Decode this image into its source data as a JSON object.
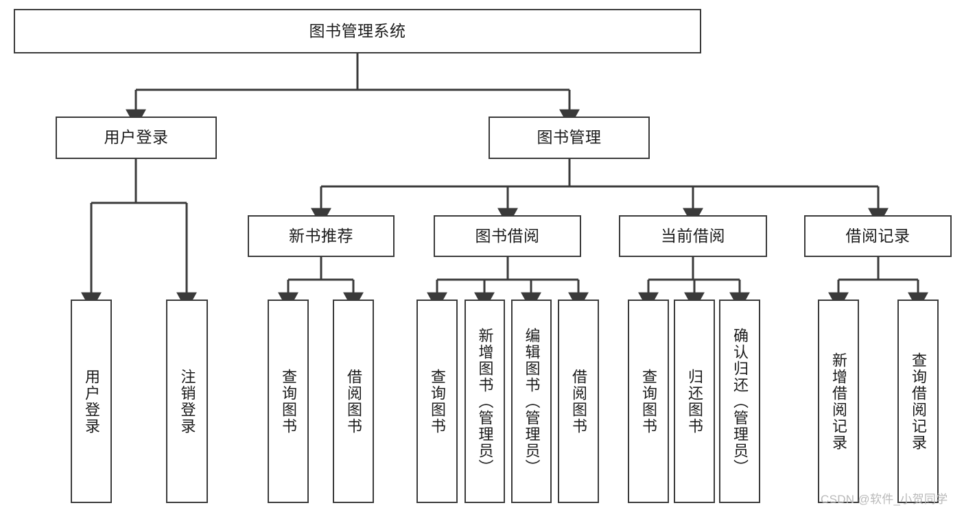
{
  "diagram": {
    "title": "图书管理系统",
    "type": "tree-hierarchy-chart",
    "stroke_color": "#3a3a3a",
    "fill_color": "#ffffff",
    "text_color": "#1b1b1b"
  },
  "nodes": {
    "root": {
      "label": "图书管理系统"
    },
    "level2": [
      {
        "id": "user-login",
        "label": "用户登录"
      },
      {
        "id": "book-management",
        "label": "图书管理"
      }
    ],
    "level3": [
      {
        "id": "new-book-recommend",
        "label": "新书推荐"
      },
      {
        "id": "book-borrow",
        "label": "图书借阅"
      },
      {
        "id": "current-borrow",
        "label": "当前借阅"
      },
      {
        "id": "borrow-record",
        "label": "借阅记录"
      }
    ],
    "leaves": {
      "user_login": [
        {
          "id": "leaf-user-login",
          "label": "用户登录"
        },
        {
          "id": "leaf-logout-login",
          "label": "注销登录"
        }
      ],
      "new_book_recommend": [
        {
          "id": "leaf-query-book-1",
          "label": "查询图书"
        },
        {
          "id": "leaf-borrow-book-1",
          "label": "借阅图书"
        }
      ],
      "book_borrow": [
        {
          "id": "leaf-query-book-2",
          "label": "查询图书"
        },
        {
          "id": "leaf-add-book",
          "label": "新增图书（管理员）"
        },
        {
          "id": "leaf-edit-book",
          "label": "编辑图书（管理员）"
        },
        {
          "id": "leaf-borrow-book-2",
          "label": "借阅图书"
        }
      ],
      "current_borrow": [
        {
          "id": "leaf-query-book-3",
          "label": "查询图书"
        },
        {
          "id": "leaf-return-book",
          "label": "归还图书"
        },
        {
          "id": "leaf-confirm-return",
          "label": "确认归还（管理员）"
        }
      ],
      "borrow_record": [
        {
          "id": "leaf-add-borrow-record",
          "label": "新增借阅记录"
        },
        {
          "id": "leaf-query-borrow-record",
          "label": "查询借阅记录"
        }
      ]
    }
  },
  "watermark": {
    "text": "CSDN @软件_小贺同学"
  }
}
